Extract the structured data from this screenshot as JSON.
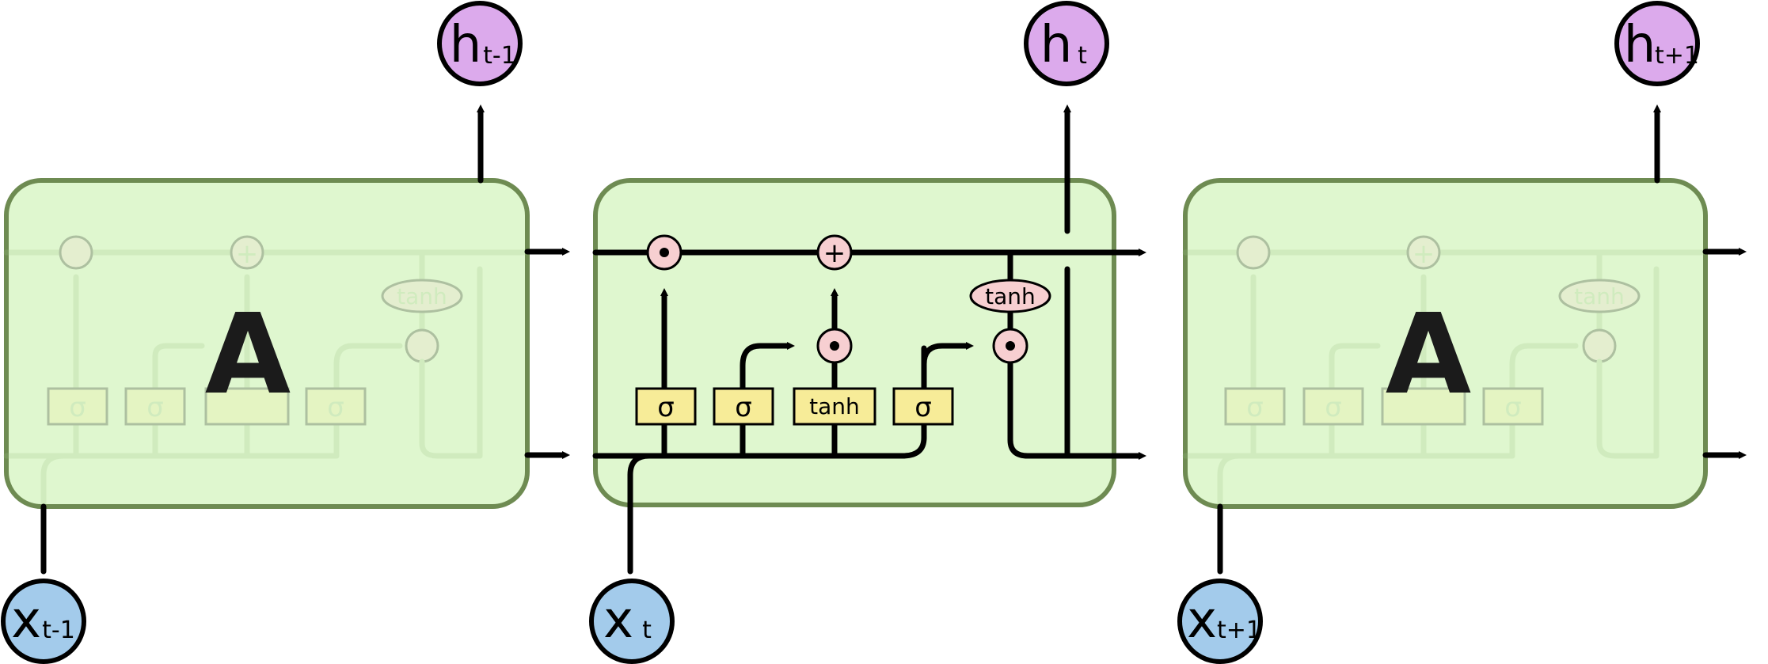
{
  "cells": [
    {
      "box_label": "A",
      "h_label": {
        "main": "h",
        "sub": "t-1"
      },
      "x_label": {
        "main": "x",
        "sub": "t-1"
      },
      "ghost_gates": [
        "σ",
        "σ",
        "",
        "σ"
      ],
      "ghost_plus": "+",
      "ghost_tanh": "tanh"
    },
    {
      "box_label": "",
      "h_label": {
        "main": "h",
        "sub": "t"
      },
      "x_label": {
        "main": "x",
        "sub": "t"
      },
      "gates": [
        "σ",
        "σ",
        "tanh",
        "σ"
      ],
      "plus": "+",
      "tanh": "tanh"
    },
    {
      "box_label": "A",
      "h_label": {
        "main": "h",
        "sub": "t+1"
      },
      "x_label": {
        "main": "x",
        "sub": "t+1"
      },
      "ghost_gates": [
        "σ",
        "σ",
        "",
        "σ"
      ],
      "ghost_plus": "+",
      "ghost_tanh": "tanh"
    }
  ]
}
